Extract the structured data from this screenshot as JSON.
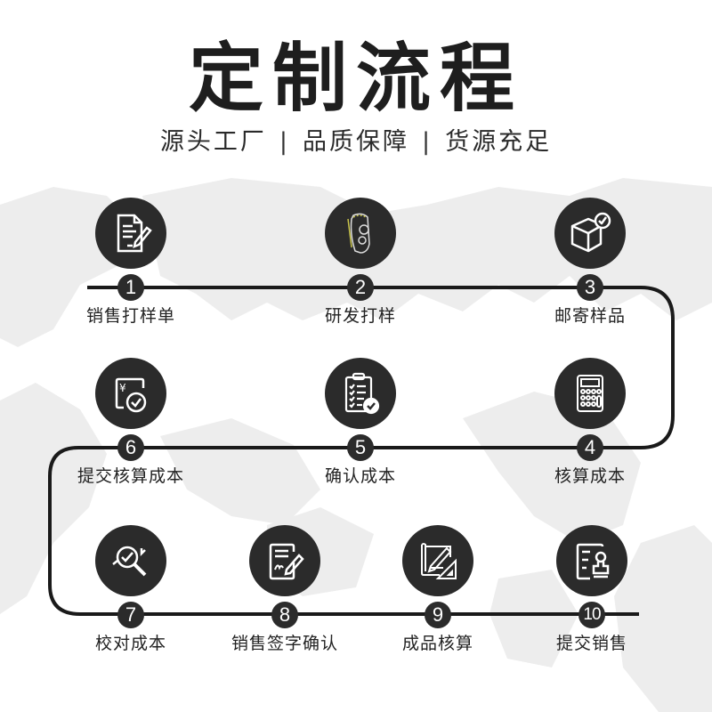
{
  "header": {
    "title": "定制流程",
    "subtitle_parts": [
      "源头工厂",
      "品质保障",
      "货源充足"
    ],
    "separator": "|"
  },
  "colors": {
    "background": "#ffffff",
    "map": "#ececec",
    "circle": "#2b2b2b",
    "line": "#1a1a1a",
    "text": "#222222"
  },
  "steps": [
    {
      "num": "1",
      "label": "销售打样单",
      "icon": "document-edit-icon"
    },
    {
      "num": "2",
      "label": "研发打样",
      "icon": "shoe-insole-icon"
    },
    {
      "num": "3",
      "label": "邮寄样品",
      "icon": "package-check-icon"
    },
    {
      "num": "4",
      "label": "核算成本",
      "icon": "calculator-icon"
    },
    {
      "num": "5",
      "label": "确认成本",
      "icon": "clipboard-check-icon"
    },
    {
      "num": "6",
      "label": "提交核算成本",
      "icon": "yuan-check-icon"
    },
    {
      "num": "7",
      "label": "校对成本",
      "icon": "magnifier-check-icon"
    },
    {
      "num": "8",
      "label": "销售签字确认",
      "icon": "signature-icon"
    },
    {
      "num": "9",
      "label": "成品核算",
      "icon": "blueprint-icon"
    },
    {
      "num": "10",
      "label": "提交销售",
      "icon": "stamp-document-icon"
    }
  ]
}
